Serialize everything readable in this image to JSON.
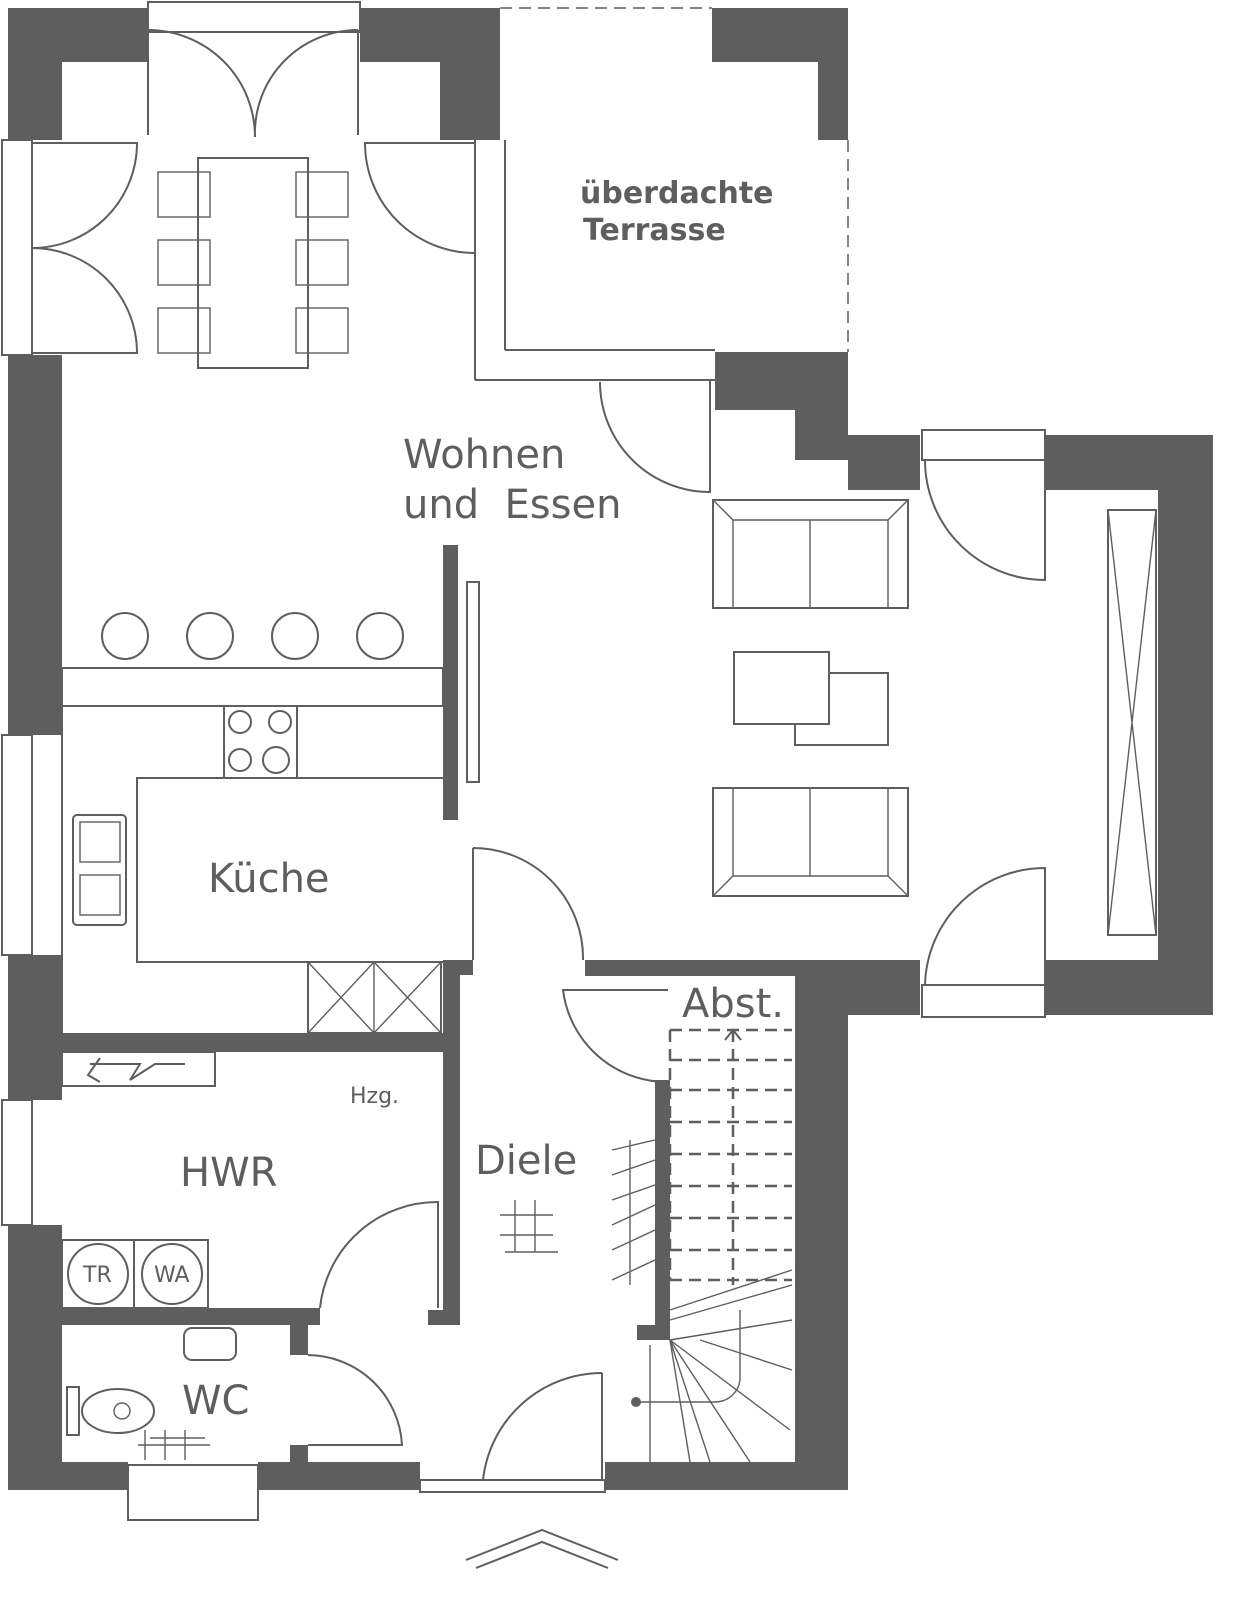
{
  "rooms": {
    "living_line1": "Wohnen",
    "living_line2": "und  Essen",
    "terrace_line1": "überdachte",
    "terrace_line2": "Terrasse",
    "kitchen": "Küche",
    "utility": "HWR",
    "heating": "Hzg.",
    "hall": "Diele",
    "storage": "Abst.",
    "wc": "WC"
  },
  "appliances": {
    "dryer": "TR",
    "washer": "WA"
  },
  "colors": {
    "wall": "#5e5e5e",
    "background": "#ffffff"
  }
}
